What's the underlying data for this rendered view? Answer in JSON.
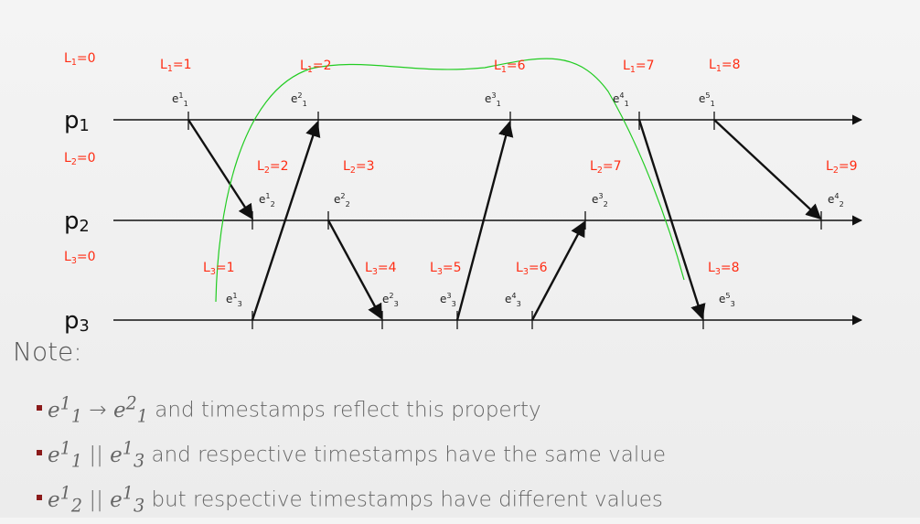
{
  "processes": [
    {
      "base": "p",
      "sub": "1"
    },
    {
      "base": "p",
      "sub": "2"
    },
    {
      "base": "p",
      "sub": "3"
    }
  ],
  "clock_labels": [
    {
      "var": "L",
      "sub": "1",
      "val": "0"
    },
    {
      "var": "L",
      "sub": "1",
      "val": "1"
    },
    {
      "var": "L",
      "sub": "1",
      "val": "2"
    },
    {
      "var": "L",
      "sub": "1",
      "val": "6"
    },
    {
      "var": "L",
      "sub": "1",
      "val": "7"
    },
    {
      "var": "L",
      "sub": "1",
      "val": "8"
    },
    {
      "var": "L",
      "sub": "2",
      "val": "0"
    },
    {
      "var": "L",
      "sub": "2",
      "val": "2"
    },
    {
      "var": "L",
      "sub": "2",
      "val": "3"
    },
    {
      "var": "L",
      "sub": "2",
      "val": "7"
    },
    {
      "var": "L",
      "sub": "2",
      "val": "9"
    },
    {
      "var": "L",
      "sub": "3",
      "val": "0"
    },
    {
      "var": "L",
      "sub": "3",
      "val": "1"
    },
    {
      "var": "L",
      "sub": "3",
      "val": "4"
    },
    {
      "var": "L",
      "sub": "3",
      "val": "5"
    },
    {
      "var": "L",
      "sub": "3",
      "val": "6"
    },
    {
      "var": "L",
      "sub": "3",
      "val": "8"
    }
  ],
  "events": [
    {
      "base": "e",
      "sup": "1",
      "sub": "1"
    },
    {
      "base": "e",
      "sup": "2",
      "sub": "1"
    },
    {
      "base": "e",
      "sup": "3",
      "sub": "1"
    },
    {
      "base": "e",
      "sup": "4",
      "sub": "1"
    },
    {
      "base": "e",
      "sup": "5",
      "sub": "1"
    },
    {
      "base": "e",
      "sup": "1",
      "sub": "2"
    },
    {
      "base": "e",
      "sup": "2",
      "sub": "2"
    },
    {
      "base": "e",
      "sup": "3",
      "sub": "2"
    },
    {
      "base": "e",
      "sup": "4",
      "sub": "2"
    },
    {
      "base": "e",
      "sup": "1",
      "sub": "3"
    },
    {
      "base": "e",
      "sup": "2",
      "sub": "3"
    },
    {
      "base": "e",
      "sup": "3",
      "sub": "3"
    },
    {
      "base": "e",
      "sup": "4",
      "sub": "3"
    },
    {
      "base": "e",
      "sup": "5",
      "sub": "3"
    }
  ],
  "colors": {
    "clock_label": "#ff2d14",
    "frontier_curve": "#22cc22",
    "arrow": "#111111",
    "bullet": "#8b1a1a"
  },
  "note": {
    "title": "Note:",
    "bullets": [
      {
        "a": {
          "base": "e",
          "sup": "1",
          "sub": "1"
        },
        "op": " → ",
        "b": {
          "base": "e",
          "sup": "2",
          "sub": "1"
        },
        "text": " and timestamps reflect this property"
      },
      {
        "a": {
          "base": "e",
          "sup": "1",
          "sub": "1"
        },
        "op": " || ",
        "b": {
          "base": "e",
          "sup": "1",
          "sub": "3"
        },
        "text": "  and respective timestamps have the same value"
      },
      {
        "a": {
          "base": "e",
          "sup": "1",
          "sub": "2"
        },
        "op": " || ",
        "b": {
          "base": "e",
          "sup": "1",
          "sub": "3"
        },
        "text": "  but respective timestamps have different values"
      }
    ]
  }
}
